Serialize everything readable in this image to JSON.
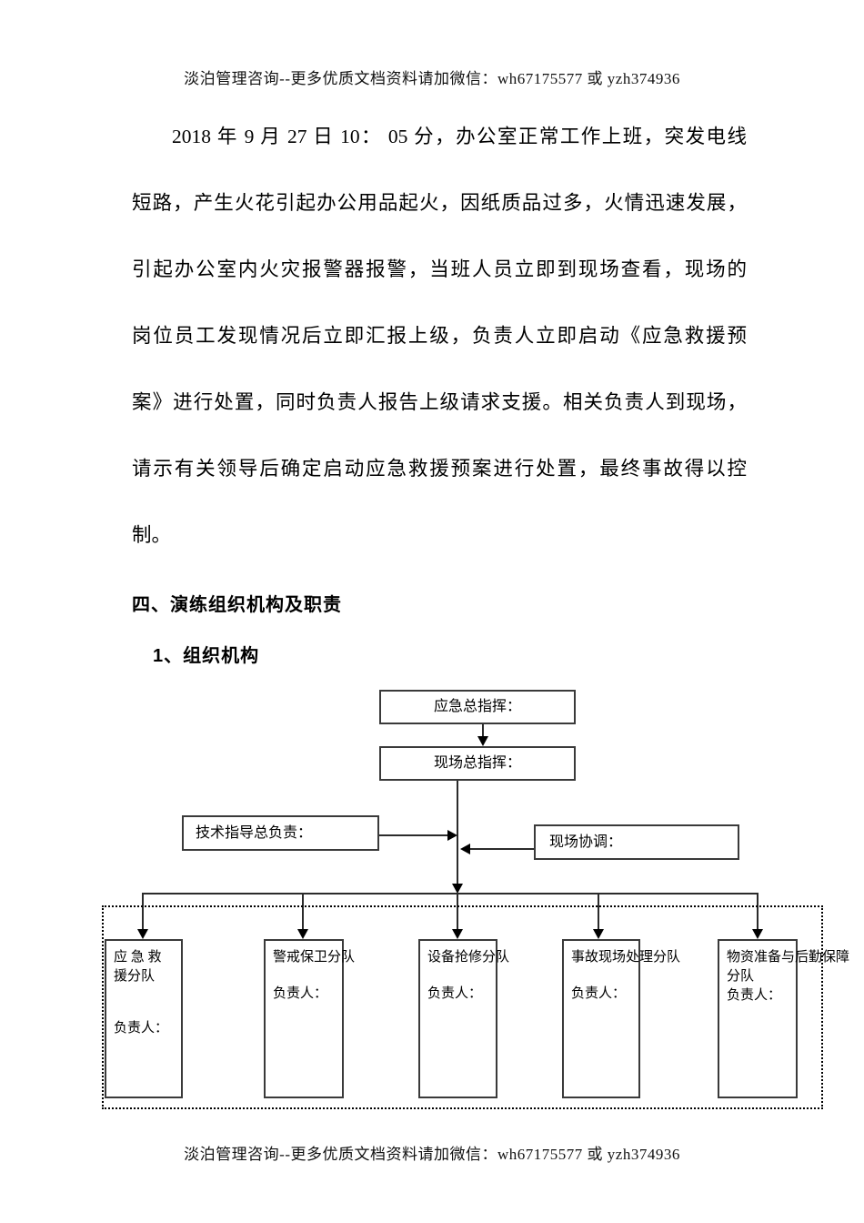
{
  "page": {
    "header": "淡泊管理咨询--更多优质文档资料请加微信：wh67175577 或 yzh374936",
    "footer": "淡泊管理咨询--更多优质文档资料请加微信：wh67175577 或 yzh374936"
  },
  "paragraph": {
    "lines": [
      "2018 年 9 月 27 日 10： 05 分，办公室正常工作上班，突发电线",
      "短路，产生火花引起办公用品起火，因纸质品过多，火情迅速发展，",
      "引起办公室内火灾报警器报警，当班人员立即到现场查看，现场的",
      "岗位员工发现情况后立即汇报上级，负责人立即启动《应急救援预",
      "案》进行处置，同时负责人报告上级请求支援。相关负责人到现场，",
      "请示有关领导后确定启动应急救援预案进行处置，最终事故得以控",
      "制。"
    ]
  },
  "headings": {
    "section": "四、演练组织机构及职责",
    "subsection": "1、组织机构"
  },
  "diagram": {
    "nodes": {
      "chief_commander": "应急总指挥：",
      "site_commander": "现场总指挥：",
      "tech_director": "技术指导总负责：",
      "site_coordinator": "现场协调："
    },
    "teams": [
      {
        "title_line1": "应 急 救",
        "title_line2": "援分队",
        "leader_label": "负责人："
      },
      {
        "title_line1": "警戒保卫分队",
        "leader_label": "负责人："
      },
      {
        "title_line1": "设备抢修分队",
        "leader_label": "负责人："
      },
      {
        "title_line1": "事故现场处理分队",
        "leader_label": "负责人："
      },
      {
        "title_line1": "物资准备与后勤保障",
        "title_line2": "分队",
        "leader_label": "负责人："
      }
    ]
  },
  "colors": {
    "ink": "#000000",
    "box_border": "#3a3a3a"
  }
}
